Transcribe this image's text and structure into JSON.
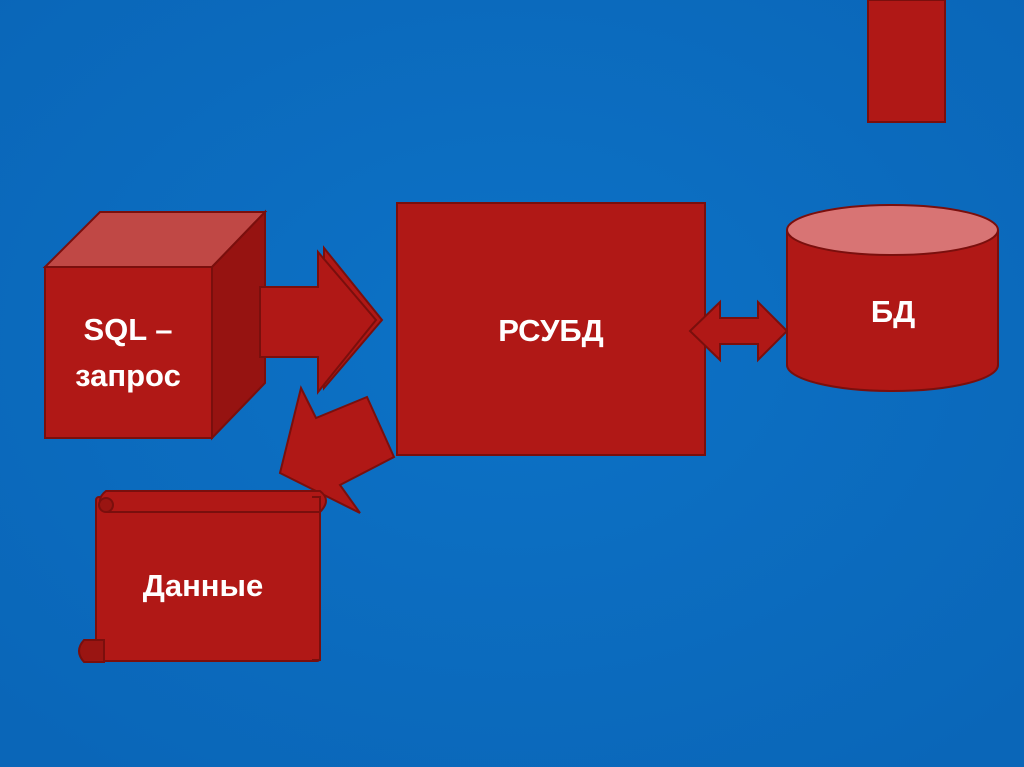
{
  "diagram": {
    "sql_query": {
      "line1": "SQL –",
      "line2": "запрос"
    },
    "dbms": "РСУБД",
    "database": "БД",
    "data": "Данные"
  },
  "colors": {
    "background": "#0b6cbf",
    "shape_fill": "#b01816",
    "shape_stroke": "#7a0f0d",
    "cube_top": "#c04845",
    "cube_side": "#961311",
    "cylinder_top": "#d87474"
  }
}
